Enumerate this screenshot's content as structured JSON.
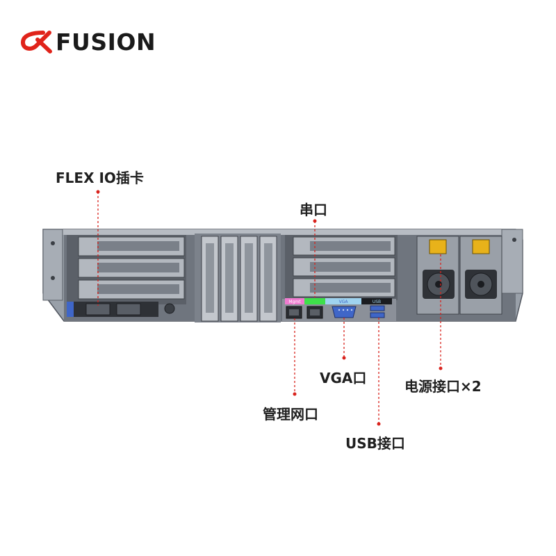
{
  "brand": {
    "name": "FUSION",
    "accent_color": "#e0231a",
    "text_color": "#1a1a1a"
  },
  "callouts": {
    "flex_io": "FLEX IO插卡",
    "serial": "串口",
    "vga": "VGA口",
    "power": "电源接口×2",
    "mgmt": "管理网口",
    "usb": "USB接口"
  },
  "port_tags": {
    "mgmt": "Mgmt",
    "vga": "VGA",
    "usb": "USB"
  },
  "colors": {
    "leader_line": "#d9231d",
    "chassis": "#8c929b",
    "chassis_dark": "#4a4f57",
    "tag_pink": "#ef7bd0",
    "tag_green": "#3ee04a",
    "tag_blue": "#9fd3ef",
    "port_blue": "#3f66c8",
    "psu_handle": "#e8b21a"
  }
}
